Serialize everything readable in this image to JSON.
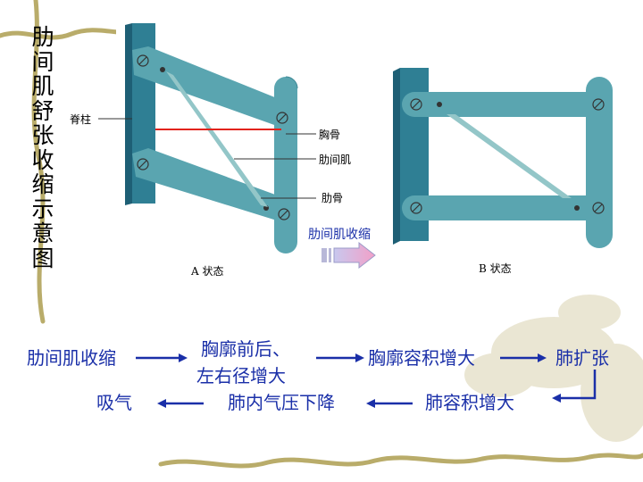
{
  "title_chars": [
    "肋",
    "间",
    "肌",
    "舒",
    "张",
    "收",
    "缩",
    "示",
    "意",
    "图"
  ],
  "diagram": {
    "labels": {
      "spine": "脊柱",
      "sternum": "胸骨",
      "intercostal": "肋间肌",
      "rib": "肋骨"
    },
    "state_a": "A 状态",
    "state_b": "B 状态",
    "transition": "肋间肌收缩"
  },
  "flow": {
    "step1": "肋间肌收缩",
    "step2_line1": "胸廓前后、",
    "step2_line2": "左右径增大",
    "step3": "胸廓容积增大",
    "step4": "肺扩张",
    "step5": "肺容积增大",
    "step6": "肺内气压下降",
    "step7": "吸气"
  },
  "colors": {
    "flow_text": "#1a2fa8",
    "bar": "#5aa5b0",
    "spine": "#2f7f94",
    "red_line": "#e2231a"
  }
}
